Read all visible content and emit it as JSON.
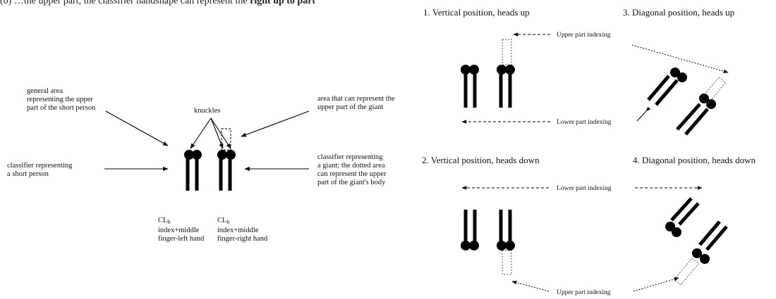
{
  "top_line": {
    "prefix": "(b)",
    "middle": "…the upper part, the classifier handshape can represent the",
    "bold": "right up to part"
  },
  "left_panel": {
    "general_area": [
      "general area",
      "representing the upper",
      "part of the short person"
    ],
    "knuckles": "knuckles",
    "area_giant": [
      "area that can represent the",
      "upper part of the giant"
    ],
    "classifier_short": [
      "classifier representing",
      "a short person"
    ],
    "classifier_giant": [
      "classifier representing",
      "a giant; the dotted area",
      "can represent the upper",
      "part of the giant's body"
    ],
    "cl_left": {
      "cl": "CL",
      "sub": "b",
      "lines": [
        "index+middle",
        "finger-left hand"
      ]
    },
    "cl_right": {
      "cl": "CL",
      "sub": "b",
      "lines": [
        "index+middle",
        "finger-right hand"
      ]
    }
  },
  "right_panel": {
    "h1": "1. Vertical position, heads up",
    "h2": "2. Vertical position, heads down",
    "h3": "3. Diagonal position, heads up",
    "h4": "4. Diagonal position, heads down",
    "upper_idx_1": "Upper part indexing",
    "lower_idx_1": "Lower part indexing",
    "lower_idx_2": "Lower part indexing",
    "upper_idx_2": "Upper part indexing"
  }
}
